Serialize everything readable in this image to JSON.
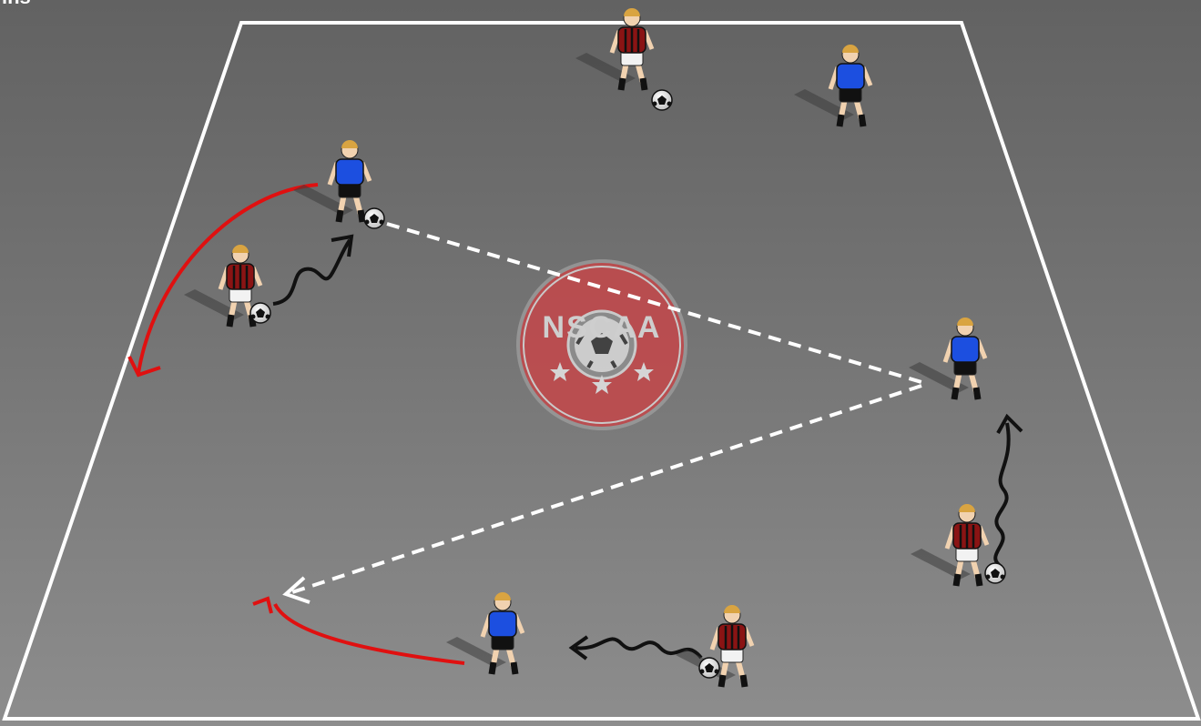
{
  "diagram": {
    "corner_text": "ins",
    "logo_text": "NSCAA",
    "colors": {
      "background": "#6e6e6e",
      "field_lines": "#ffffff",
      "blue_team": "#1c4fe0",
      "red_team": "#8a1414",
      "pass_line": "#ffffff",
      "run_arrow": "#e01010",
      "dribble_arrow": "#111111",
      "logo_red": "#c5474a"
    },
    "players": [
      {
        "team": "red",
        "role": "server",
        "ball": true
      },
      {
        "team": "blue",
        "role": "defender",
        "ball": false
      },
      {
        "team": "blue",
        "role": "passer",
        "ball": true
      },
      {
        "team": "red",
        "role": "dribbler",
        "ball": true
      },
      {
        "team": "blue",
        "role": "receiver",
        "ball": false
      },
      {
        "team": "red",
        "role": "dribbler",
        "ball": true
      },
      {
        "team": "blue",
        "role": "runner",
        "ball": false
      },
      {
        "team": "red",
        "role": "dribbler",
        "ball": true
      }
    ],
    "movements": [
      {
        "type": "pass",
        "style": "dashed-white"
      },
      {
        "type": "pass",
        "style": "dashed-white"
      },
      {
        "type": "run",
        "style": "curved-red"
      },
      {
        "type": "run",
        "style": "curved-red"
      },
      {
        "type": "dribble",
        "style": "wavy-black"
      },
      {
        "type": "dribble",
        "style": "wavy-black"
      },
      {
        "type": "dribble",
        "style": "wavy-black"
      }
    ]
  }
}
